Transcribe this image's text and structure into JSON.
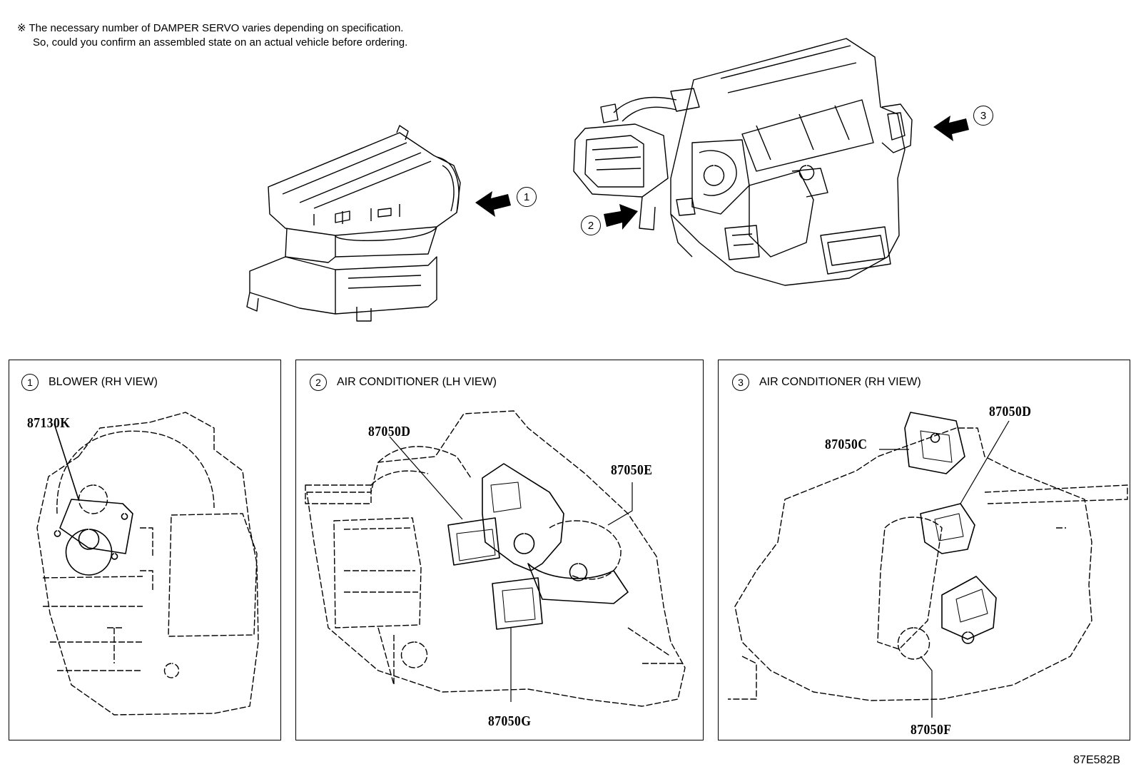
{
  "note": {
    "line1": "※ The necessary number of DAMPER SERVO varies depending on specification.",
    "line2": "So, could you confirm an assembled state on an actual vehicle before ordering."
  },
  "callouts": [
    "1",
    "2",
    "3"
  ],
  "panels": [
    {
      "num": "1",
      "title": "BLOWER (RH VIEW)",
      "parts": [
        "87130K"
      ]
    },
    {
      "num": "2",
      "title": "AIR CONDITIONER (LH VIEW)",
      "parts": [
        "87050D",
        "87050E",
        "87050G"
      ]
    },
    {
      "num": "3",
      "title": "AIR CONDITIONER (RH VIEW)",
      "parts": [
        "87050D",
        "87050C",
        "87050F"
      ]
    }
  ],
  "figure_code": "87E582B"
}
